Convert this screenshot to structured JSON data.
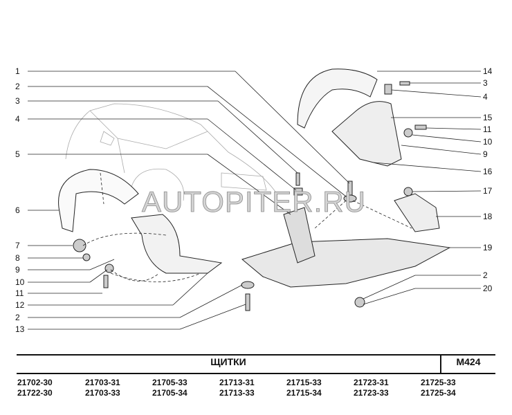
{
  "diagram": {
    "watermark": "AUTOPITER.RU",
    "left_callouts": [
      "1",
      "2",
      "3",
      "4",
      "5",
      "6",
      "7",
      "8",
      "9",
      "10",
      "11",
      "12",
      "2",
      "13"
    ],
    "right_callouts": [
      "14",
      "3",
      "4",
      "15",
      "11",
      "10",
      "9",
      "16",
      "17",
      "18",
      "19",
      "2",
      "20"
    ]
  },
  "footer": {
    "title": "ЩИТКИ",
    "code": "М424",
    "models_row1": [
      "21702-30",
      "21703-31",
      "21705-33",
      "21713-31",
      "21715-33",
      "21723-31",
      "21725-33"
    ],
    "models_row2": [
      "21722-30",
      "21703-33",
      "21705-34",
      "21713-33",
      "21715-34",
      "21723-33",
      "21725-34"
    ]
  }
}
